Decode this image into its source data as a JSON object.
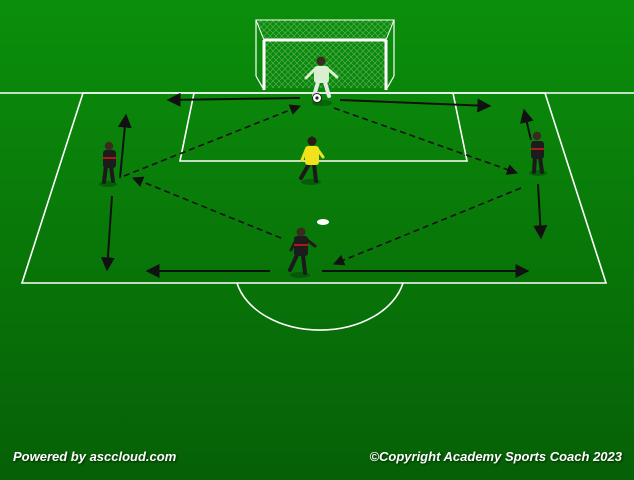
{
  "diagram": {
    "players": [
      {
        "id": "goalkeeper",
        "role": "goalkeeper",
        "kit": "white-green"
      },
      {
        "id": "defender",
        "role": "defender",
        "kit": "yellow"
      },
      {
        "id": "left-attacker",
        "role": "attacker",
        "kit": "black-red"
      },
      {
        "id": "right-attacker",
        "role": "attacker",
        "kit": "black-red"
      },
      {
        "id": "center-attacker",
        "role": "attacker",
        "kit": "black-red"
      }
    ],
    "equipment": [
      "goal",
      "ball",
      "disc-cone"
    ],
    "movement_types": {
      "solid": "player-movement",
      "dashed": "pass"
    }
  },
  "footer": {
    "powered_by": "Powered by asccloud.com",
    "copyright": "©Copyright Academy Sports Coach 2023"
  },
  "colors": {
    "grass_top": "#0b8f0b",
    "grass_bottom": "#076007",
    "lines": "#ffffff",
    "arrows": "#111111"
  }
}
